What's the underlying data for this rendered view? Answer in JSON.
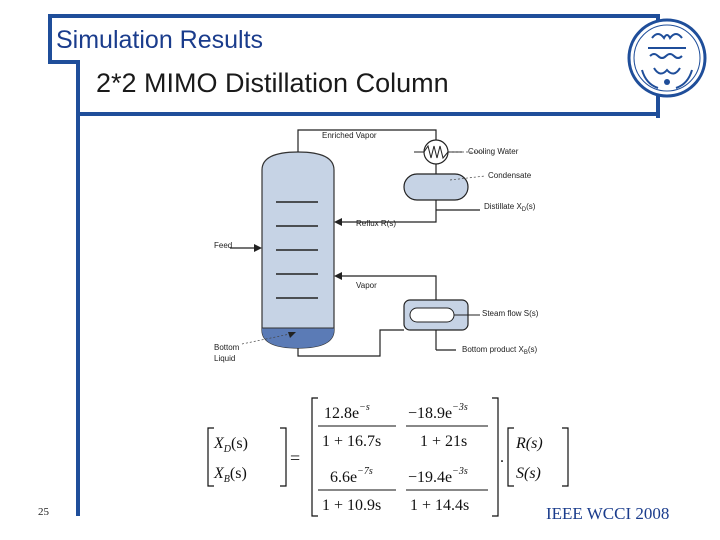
{
  "header": {
    "title": "Simulation Results",
    "subtitle": "2*2 MIMO Distillation Column"
  },
  "footer": {
    "page_number": "25",
    "conference": "IEEE WCCI 2008"
  },
  "diagram": {
    "labels": {
      "enriched_vapor": "Enriched Vapor",
      "cooling_water": "Cooling Water",
      "condensate": "Condensate",
      "distillate": "Distillate X",
      "distillate_sub": "D",
      "distillate_suffix": "(s)",
      "reflux": "Reflux R(s)",
      "feed": "Feed",
      "vapor": "Vapor",
      "steam_flow": "Steam flow S(s)",
      "bottom_liquid_1": "Bottom",
      "bottom_liquid_2": "Liquid",
      "bottom_product": "Bottom product X",
      "bottom_product_sub": "B",
      "bottom_product_suffix": "(s)"
    }
  },
  "equation": {
    "lhs_1": "X",
    "lhs_1_sub": "D",
    "lhs_1_arg": "(s)",
    "lhs_2": "X",
    "lhs_2_sub": "B",
    "lhs_2_arg": "(s)",
    "equals": "=",
    "g11_num_a": "12.8e",
    "g11_num_exp": "−s",
    "g11_den": "1 + 16.7s",
    "g12_num_a": "−18.9e",
    "g12_num_exp": "−3s",
    "g12_den": "1 + 21s",
    "g21_num_a": "6.6e",
    "g21_num_exp": "−7s",
    "g21_den": "1 + 10.9s",
    "g22_num_a": "−19.4e",
    "g22_num_exp": "−3s",
    "g22_den": "1 + 14.4s",
    "dot": ".",
    "rhs_1": "R(s)",
    "rhs_2": "S(s)"
  }
}
